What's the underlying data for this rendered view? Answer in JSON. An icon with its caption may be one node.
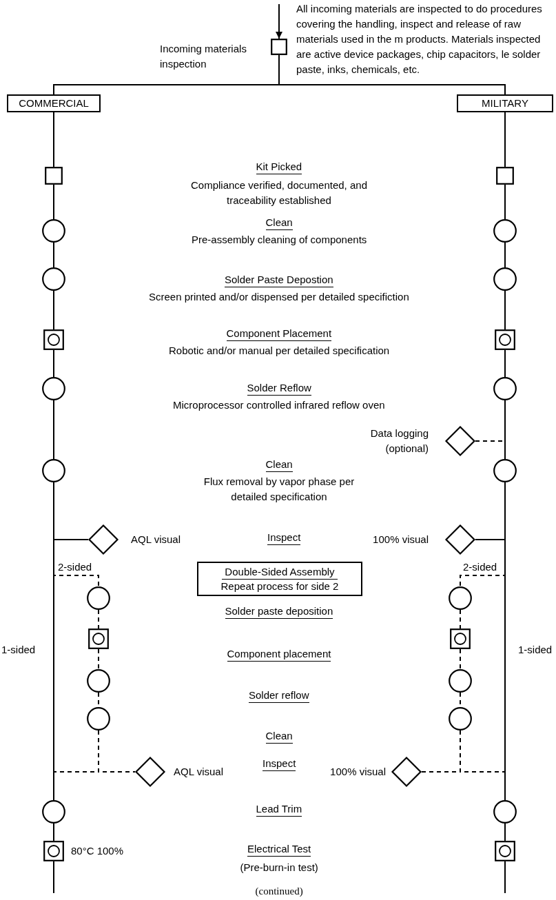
{
  "diagram": {
    "nodes": [
      {
        "text": [],
        "shape": "box",
        "beside": [
          "Incoming materials inspection",
          "All incoming materials are inspected to do procedures covering the handling, inspect and release of raw materials used in the m products. Materials inspected are active device packages, chip capacitors, le solder paste, inks, chemicals, etc."
        ]
      },
      {
        "text": [
          "COMMERCIAL"
        ]
      },
      {
        "text": [
          "MILITARY"
        ]
      },
      {
        "text": [],
        "shape": "box"
      },
      {
        "text": [],
        "shape": "circle"
      },
      {
        "text": [],
        "shape": "circle"
      },
      {
        "text": [],
        "shape": "box"
      },
      {
        "text": [],
        "shape": "circle"
      },
      {
        "text": [],
        "shape": "circle"
      },
      {
        "text": [],
        "shape": "diamond",
        "beside": [
          "AQL visual"
        ]
      },
      {
        "text": [],
        "shape": "circle"
      },
      {
        "text": [],
        "shape": "box"
      },
      {
        "text": [],
        "shape": "circle"
      },
      {
        "text": [],
        "shape": "circle"
      },
      {
        "text": [],
        "shape": "diamond",
        "beside": [
          "AQL visual"
        ]
      },
      {
        "text": [],
        "shape": "circle"
      },
      {
        "text": [],
        "shape": "box",
        "beside": [
          "80°C 100%"
        ]
      },
      {
        "text": [],
        "shape": "box"
      },
      {
        "text": [],
        "shape": "circle"
      },
      {
        "text": [],
        "shape": "circle"
      },
      {
        "text": [],
        "shape": "box"
      },
      {
        "text": [],
        "shape": "circle"
      },
      {
        "text": [],
        "shape": "diamond",
        "beside": [
          "Data logging (optional)"
        ]
      },
      {
        "text": [],
        "shape": "circle"
      },
      {
        "text": [],
        "shape": "diamond",
        "beside": [
          "100% visual"
        ]
      },
      {
        "text": [],
        "shape": "circle"
      },
      {
        "text": [],
        "shape": "box"
      },
      {
        "text": [],
        "shape": "circle"
      },
      {
        "text": [],
        "shape": "circle"
      },
      {
        "text": [],
        "shape": "diamond",
        "beside": [
          "100% visual"
        ]
      },
      {
        "text": [],
        "shape": "circle"
      },
      {
        "text": [],
        "shape": "box"
      },
      {
        "text": [
          "Double-Sided Assembly",
          "Repeat process for side 2"
        ]
      }
    ],
    "edges": [
      {
        "from": null,
        "to": 0,
        "arrow": "to"
      },
      {
        "from": 0,
        "to": 1,
        "arrow": "none"
      },
      {
        "from": 0,
        "to": 2,
        "arrow": "none"
      },
      {
        "from": 1,
        "to": 3,
        "arrow": "none"
      },
      {
        "from": 3,
        "to": 4,
        "arrow": "none"
      },
      {
        "from": 4,
        "to": 5,
        "arrow": "none"
      },
      {
        "from": 5,
        "to": 6,
        "arrow": "none"
      },
      {
        "from": 6,
        "to": 7,
        "arrow": "none"
      },
      {
        "from": 7,
        "to": 8,
        "arrow": "none"
      },
      {
        "from": 8,
        "to": 9,
        "arrow": "none"
      },
      {
        "from": 8,
        "to": 15,
        "arrow": "none",
        "label": "1-sided"
      },
      {
        "from": 8,
        "to": 10,
        "arrow": "none",
        "label": "2-sided",
        "style": "dashed"
      },
      {
        "from": 10,
        "to": 11,
        "arrow": "none",
        "style": "dashed"
      },
      {
        "from": 11,
        "to": 12,
        "arrow": "none",
        "style": "dashed"
      },
      {
        "from": 12,
        "to": 13,
        "arrow": "none",
        "style": "dashed"
      },
      {
        "from": 13,
        "to": 14,
        "arrow": "none",
        "style": "dashed"
      },
      {
        "from": 13,
        "to": 15,
        "arrow": "none",
        "style": "dashed"
      },
      {
        "from": 15,
        "to": 16,
        "arrow": "none"
      },
      {
        "from": 16,
        "to": null,
        "arrow": "none"
      },
      {
        "from": 2,
        "to": 17,
        "arrow": "none"
      },
      {
        "from": 17,
        "to": 18,
        "arrow": "none"
      },
      {
        "from": 18,
        "to": 19,
        "arrow": "none"
      },
      {
        "from": 19,
        "to": 20,
        "arrow": "none"
      },
      {
        "from": 20,
        "to": 21,
        "arrow": "none"
      },
      {
        "from": 21,
        "to": 23,
        "arrow": "none"
      },
      {
        "from": 22,
        "to": 23,
        "arrow": "none",
        "style": "dashed"
      },
      {
        "from": 23,
        "to": 24,
        "arrow": "none"
      },
      {
        "from": 23,
        "to": 30,
        "arrow": "none",
        "label": "1-sided"
      },
      {
        "from": 23,
        "to": 25,
        "arrow": "none",
        "label": "2-sided",
        "style": "dashed"
      },
      {
        "from": 25,
        "to": 26,
        "arrow": "none",
        "style": "dashed"
      },
      {
        "from": 26,
        "to": 27,
        "arrow": "none",
        "style": "dashed"
      },
      {
        "from": 27,
        "to": 28,
        "arrow": "none",
        "style": "dashed"
      },
      {
        "from": 28,
        "to": 29,
        "arrow": "none",
        "style": "dashed"
      },
      {
        "from": 28,
        "to": 30,
        "arrow": "none",
        "style": "dashed"
      },
      {
        "from": 30,
        "to": 31,
        "arrow": "none"
      },
      {
        "from": 31,
        "to": null,
        "arrow": "none"
      }
    ],
    "labels": [
      "Kit Picked",
      "Compliance verified, documented, and traceability established",
      "Clean",
      "Pre-assembly cleaning of components",
      "Solder Paste Depostion",
      "Screen printed and/or dispensed per detailed specifiction",
      "Component Placement",
      "Robotic and/or manual per detailed specification",
      "Solder Reflow",
      "Microprocessor controlled infrared reflow oven",
      "Clean",
      "Flux removal by vapor phase per detailed specification",
      "Inspect",
      "Solder paste deposition",
      "Component placement",
      "Solder reflow",
      "Clean",
      "Inspect",
      "Lead Trim",
      "Electrical Test",
      "(Pre-burn-in test)",
      "(continued)"
    ]
  }
}
